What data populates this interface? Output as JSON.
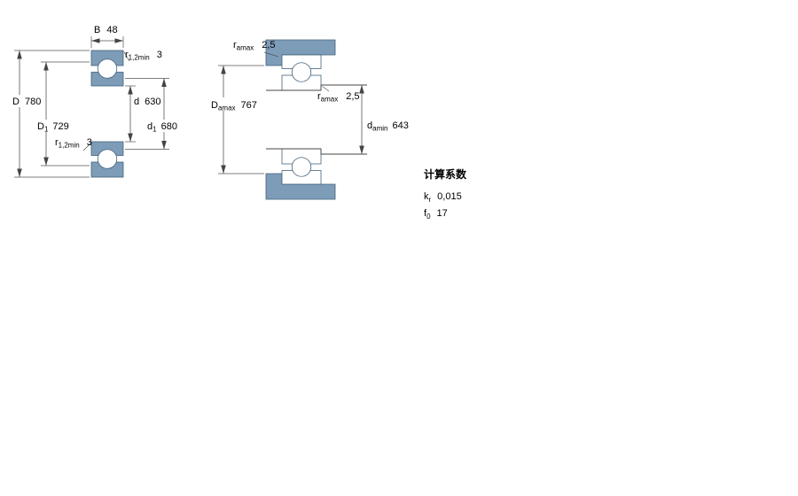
{
  "colors": {
    "section_fill": "#7d9cb8",
    "outline": "#44617a",
    "line": "#555555",
    "text": "#000000",
    "background": "#ffffff"
  },
  "figure1": {
    "dims": {
      "B": {
        "label": "B",
        "value": "48"
      },
      "r_top": {
        "label": "r",
        "sub": "1,2min",
        "value": "3"
      },
      "D": {
        "label": "D",
        "value": "780"
      },
      "D1": {
        "label": "D",
        "sub": "1",
        "value": "729"
      },
      "d": {
        "label": "d",
        "value": "630"
      },
      "d1": {
        "label": "d",
        "sub": "1",
        "value": "680"
      },
      "r_left": {
        "label": "r",
        "sub": "1,2min",
        "value": "3"
      }
    }
  },
  "figure2": {
    "dims": {
      "ra_top": {
        "label": "r",
        "sub": "amax",
        "value": "2,5"
      },
      "Da": {
        "label": "D",
        "sub": "amax",
        "value": "767"
      },
      "ra_mid": {
        "label": "r",
        "sub": "amax",
        "value": "2,5"
      },
      "da": {
        "label": "d",
        "sub": "amin",
        "value": "643"
      }
    }
  },
  "factors": {
    "title": "计算系数",
    "rows": [
      {
        "label": "k",
        "sub": "r",
        "value": "0,015"
      },
      {
        "label": "f",
        "sub": "0",
        "value": "17"
      }
    ]
  }
}
